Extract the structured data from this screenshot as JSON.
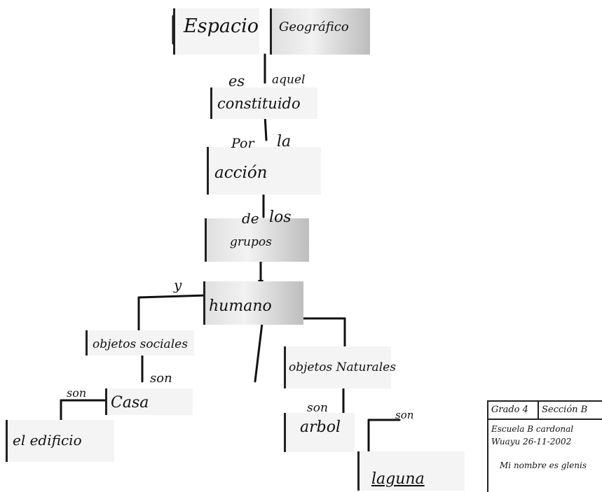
{
  "diagram": {
    "nodes": {
      "espacio": "Espacio",
      "geografico": "Geográfico",
      "es": "es",
      "aquel": "aquel",
      "constituido": "constituido",
      "por": "Por",
      "la": "la",
      "accion": "acción",
      "de": "de",
      "los": "los",
      "grupos": "grupos",
      "humano": "humano",
      "y": "y",
      "objetos_sociales": "objetos sociales",
      "objetos_naturales": "objetos Naturales",
      "son_1": "son",
      "son_2": "son",
      "son_3": "son",
      "son_4": "son",
      "casa": "Casa",
      "edificio": "el edificio",
      "arbol": "arbol",
      "laguna": "laguna"
    }
  },
  "note": {
    "grado": "Grado 4",
    "seccion": "Sección B",
    "escuela": "Escuela B cardonal",
    "lugar_fecha": "Wuayu 26-11-2002",
    "nombre": "Mi nombre es glenis"
  }
}
